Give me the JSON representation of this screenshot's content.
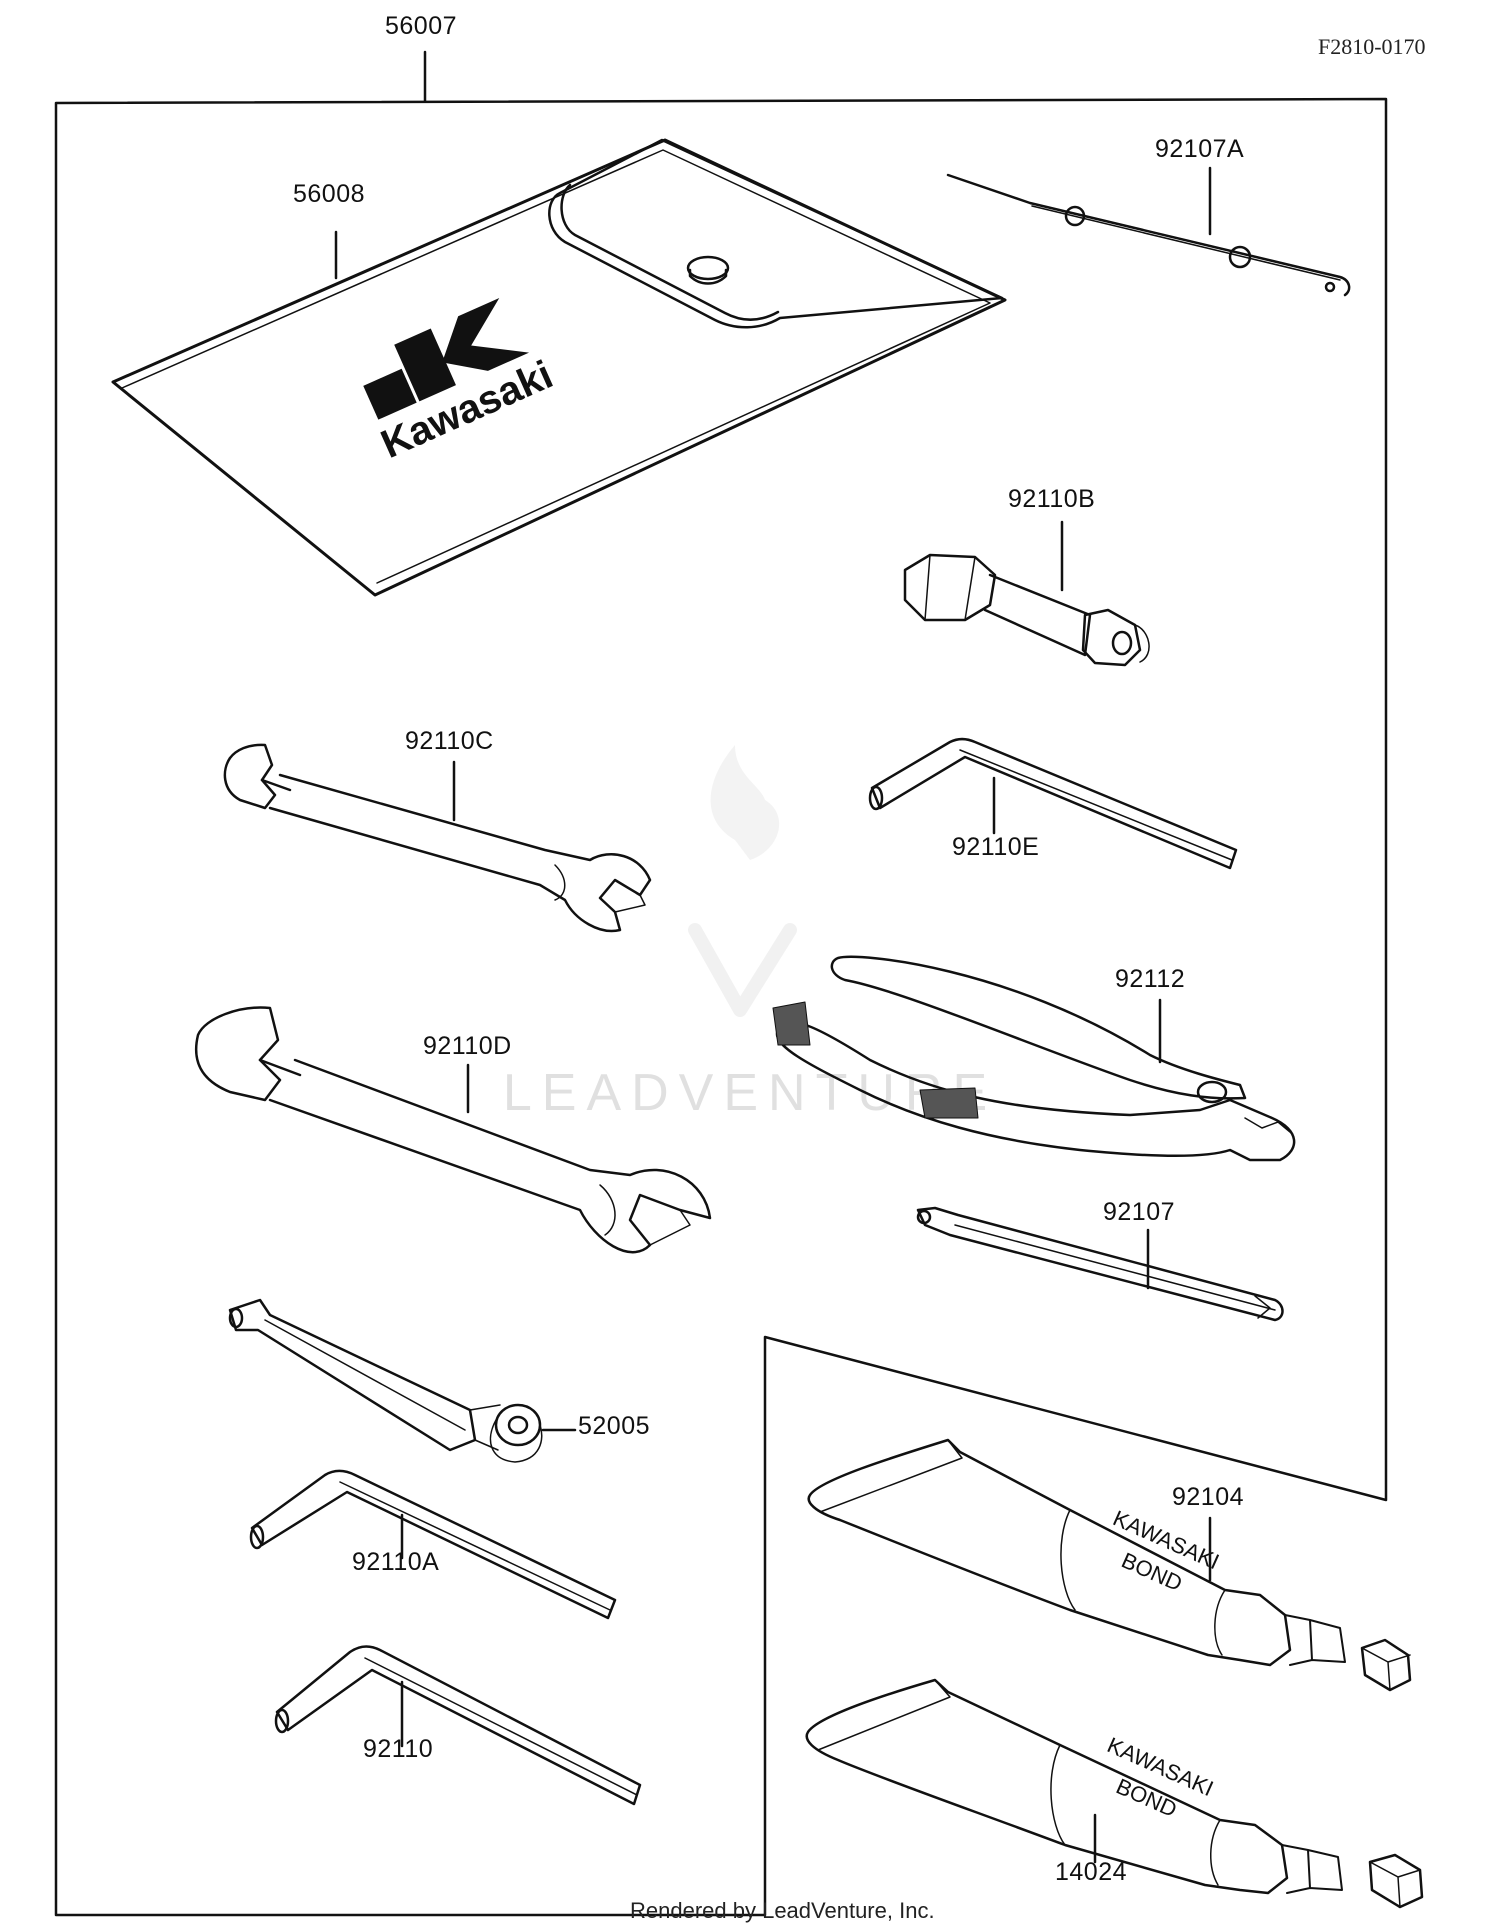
{
  "diagram_code": "F2810-0170",
  "footer": "Rendered by LeadVenture, Inc.",
  "watermark": "LEADVENTURE",
  "pouch_logo": "Kawasaki",
  "tube_print_line1": "KAWASAKI",
  "tube_print_line2": "BOND",
  "parts": [
    {
      "id": "part-56007",
      "label": "56007"
    },
    {
      "id": "part-56008",
      "label": "56008"
    },
    {
      "id": "part-92107a",
      "label": "92107A"
    },
    {
      "id": "part-92110b",
      "label": "92110B"
    },
    {
      "id": "part-92110c",
      "label": "92110C"
    },
    {
      "id": "part-92110e",
      "label": "92110E"
    },
    {
      "id": "part-92112",
      "label": "92112"
    },
    {
      "id": "part-92110d",
      "label": "92110D"
    },
    {
      "id": "part-92107",
      "label": "92107"
    },
    {
      "id": "part-52005",
      "label": "52005"
    },
    {
      "id": "part-92104",
      "label": "92104"
    },
    {
      "id": "part-92110a",
      "label": "92110A"
    },
    {
      "id": "part-92110",
      "label": "92110"
    },
    {
      "id": "part-14024",
      "label": "14024"
    }
  ]
}
